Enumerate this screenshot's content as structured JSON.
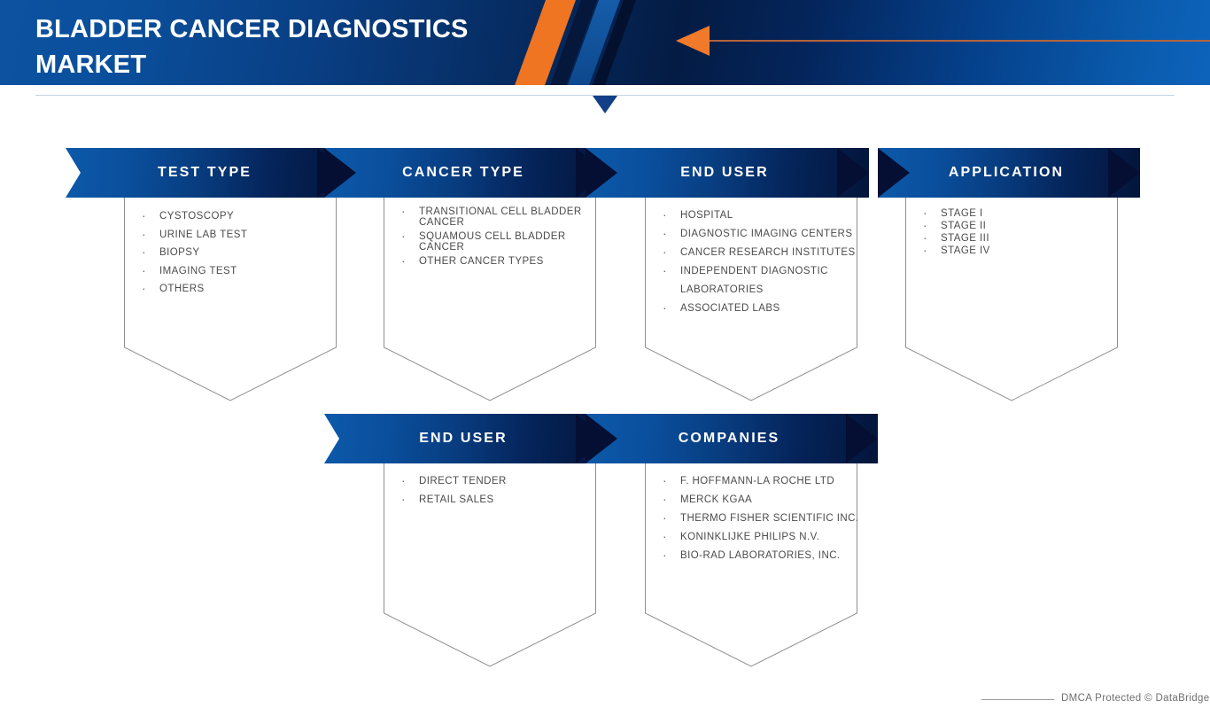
{
  "header": {
    "title": "BLADDER CANCER DIAGNOSTICS\nMARKET",
    "accent_orange": "#ef7523",
    "accent_blue": "#0d59aa",
    "accent_navy": "#041c44"
  },
  "columns_top": [
    {
      "title": "TEST TYPE",
      "items": [
        "CYSTOSCOPY",
        "URINE LAB TEST",
        "BIOPSY",
        "IMAGING TEST",
        "OTHERS"
      ]
    },
    {
      "title": "CANCER TYPE",
      "items": [
        "TRANSITIONAL CELL BLADDER\nCANCER",
        "SQUAMOUS CELL BLADDER\nCANCER",
        "OTHER CANCER TYPES"
      ]
    },
    {
      "title": "END USER",
      "items": [
        "HOSPITAL",
        "DIAGNOSTIC IMAGING CENTERS",
        "CANCER RESEARCH INSTITUTES",
        "INDEPENDENT DIAGNOSTIC\nLABORATORIES",
        "ASSOCIATED LABS"
      ]
    },
    {
      "title": "APPLICATION",
      "items": [
        "STAGE I",
        "STAGE II",
        "STAGE III",
        "STAGE IV"
      ]
    }
  ],
  "columns_bottom": [
    {
      "title": "END USER",
      "items": [
        "DIRECT TENDER",
        "RETAIL SALES"
      ]
    },
    {
      "title": "COMPANIES",
      "items": [
        "F. HOFFMANN-LA ROCHE LTD",
        "MERCK KGAA",
        "THERMO FISHER SCIENTIFIC INC.",
        "KONINKLIJKE PHILIPS N.V.",
        "BIO-RAD LABORATORIES, INC."
      ]
    }
  ],
  "footer": {
    "text": "DMCA Protected © DataBridge"
  }
}
